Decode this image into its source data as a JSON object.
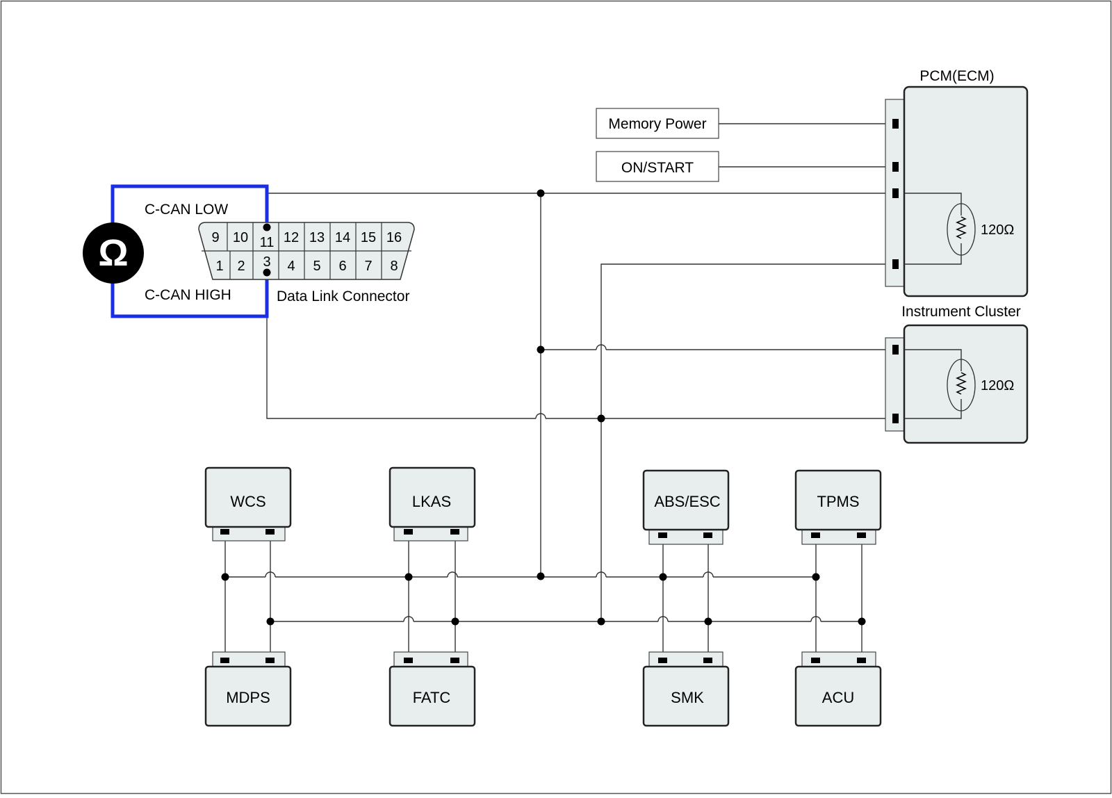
{
  "meter": {
    "symbol": "Ω"
  },
  "dlc": {
    "title": "Data Link Connector",
    "top_pins": [
      "9",
      "10",
      "11",
      "12",
      "13",
      "14",
      "15",
      "16"
    ],
    "bottom_pins": [
      "1",
      "2",
      "3",
      "4",
      "5",
      "6",
      "7",
      "8"
    ]
  },
  "probes": {
    "low_label": "C-CAN LOW",
    "high_label": "C-CAN HIGH"
  },
  "inputs": {
    "memory_power": "Memory Power",
    "on_start": "ON/START"
  },
  "pcm": {
    "title": "PCM(ECM)",
    "resistor": "120Ω"
  },
  "cluster": {
    "title": "Instrument Cluster",
    "resistor": "120Ω"
  },
  "modules": {
    "wcs": "WCS",
    "lkas": "LKAS",
    "abs": "ABS/ESC",
    "tpms": "TPMS",
    "mdps": "MDPS",
    "fatc": "FATC",
    "smk": "SMK",
    "acu": "ACU"
  },
  "colors": {
    "probe_wire": "#1a2ee6",
    "module_fill": "#e8eeee",
    "meter_fill": "#000000"
  }
}
